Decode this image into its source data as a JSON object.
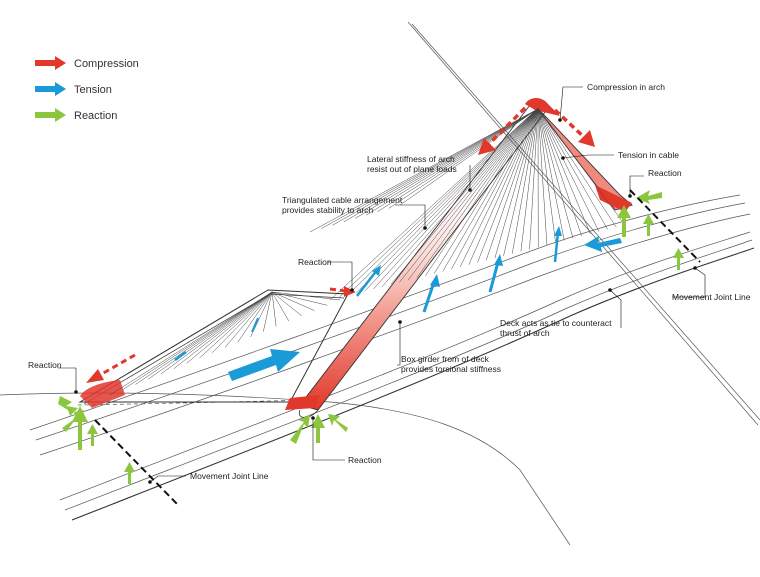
{
  "legend": {
    "compression": "Compression",
    "tension": "Tension",
    "reaction": "Reaction"
  },
  "labels": {
    "compression_in_arch": "Compression in arch",
    "tension_in_cable": "Tension in cable",
    "lateral_stiffness_1": "Lateral stiffness of arch",
    "lateral_stiffness_2": "resist out of plane loads",
    "triangulated_1": "Triangulated cable arrangement",
    "triangulated_2": "provides stability to arch",
    "reaction_mid_left": "Reaction",
    "reaction_right": "Reaction",
    "reaction_left": "Reaction",
    "reaction_bottom": "Reaction",
    "movement_joint_right": "Movement Joint Line",
    "movement_joint_bottom": "Movement Joint Line",
    "deck_tie_1": "Deck acts as tie to counteract",
    "deck_tie_2": "thrust of arch",
    "box_girder_1": "Box girder from of deck",
    "box_girder_2": "provides torsional stiffness"
  },
  "colors": {
    "compression": "#e2372b",
    "tension": "#1a9ad6",
    "reaction": "#8cc63f"
  }
}
